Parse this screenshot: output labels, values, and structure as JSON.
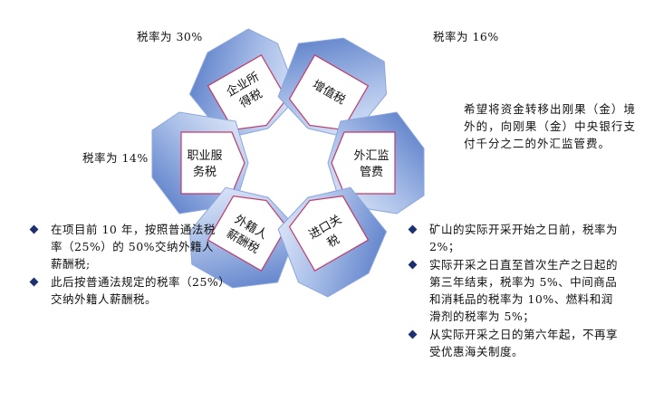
{
  "rates": {
    "corp": "税率为 30%",
    "vat": "税率为 16%",
    "job": "税率为 14%"
  },
  "petals": {
    "corp": [
      "企业所",
      "得税"
    ],
    "vat": [
      "增值税"
    ],
    "job": [
      "职业服",
      "务税"
    ],
    "fx": [
      "外汇监",
      "管费"
    ],
    "foreign": [
      "外籍人",
      "薪酬税"
    ],
    "import": [
      "进口关",
      "税"
    ]
  },
  "fx_note": "希望将资金转移出刚果（金）境外的，向刚果（金）中央银行支付千分之二的外汇监管费。",
  "left_bullets": [
    "在项目前 10 年，按照普通法税率（25%）的 50%交纳外籍人薪酬税;",
    "此后按普通法规定的税率（25%）交纳外籍人薪酬税。"
  ],
  "right_bullets": [
    "矿山的实际开采开始之日前，税率为 2%；",
    "实际开采之日直至首次生产之日起的第三年结束，税率为 5%、中间商品和消耗品的税率为 10%、燃料和润滑剂的税率为 5%；",
    "从实际开采之日的第六年起，不再享受优惠海关制度。"
  ],
  "colors": {
    "petal_fill_dark": "#6f8fcf",
    "petal_fill_light": "#dfe8f8",
    "petal_edge": "#c03a6a",
    "bullet": "#1c2f6e"
  }
}
